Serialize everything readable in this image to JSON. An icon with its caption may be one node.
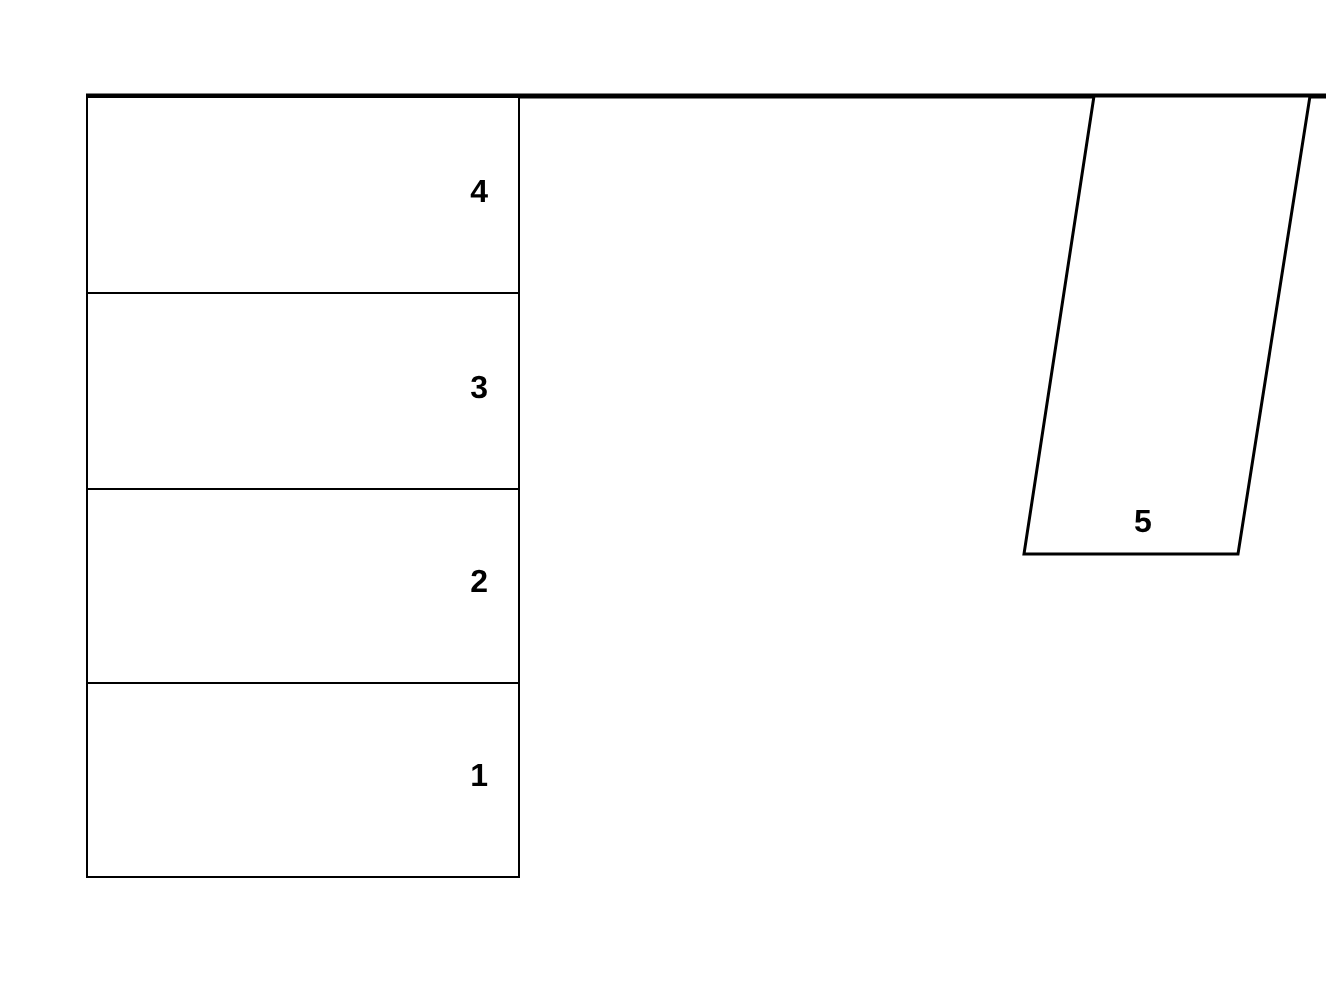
{
  "diagram": {
    "nodes": [
      {
        "text": [
          "4"
        ]
      },
      {
        "text": [
          "3"
        ]
      },
      {
        "text": [
          "2"
        ]
      },
      {
        "text": [
          "1"
        ]
      },
      {
        "text": [
          "5"
        ]
      }
    ]
  }
}
